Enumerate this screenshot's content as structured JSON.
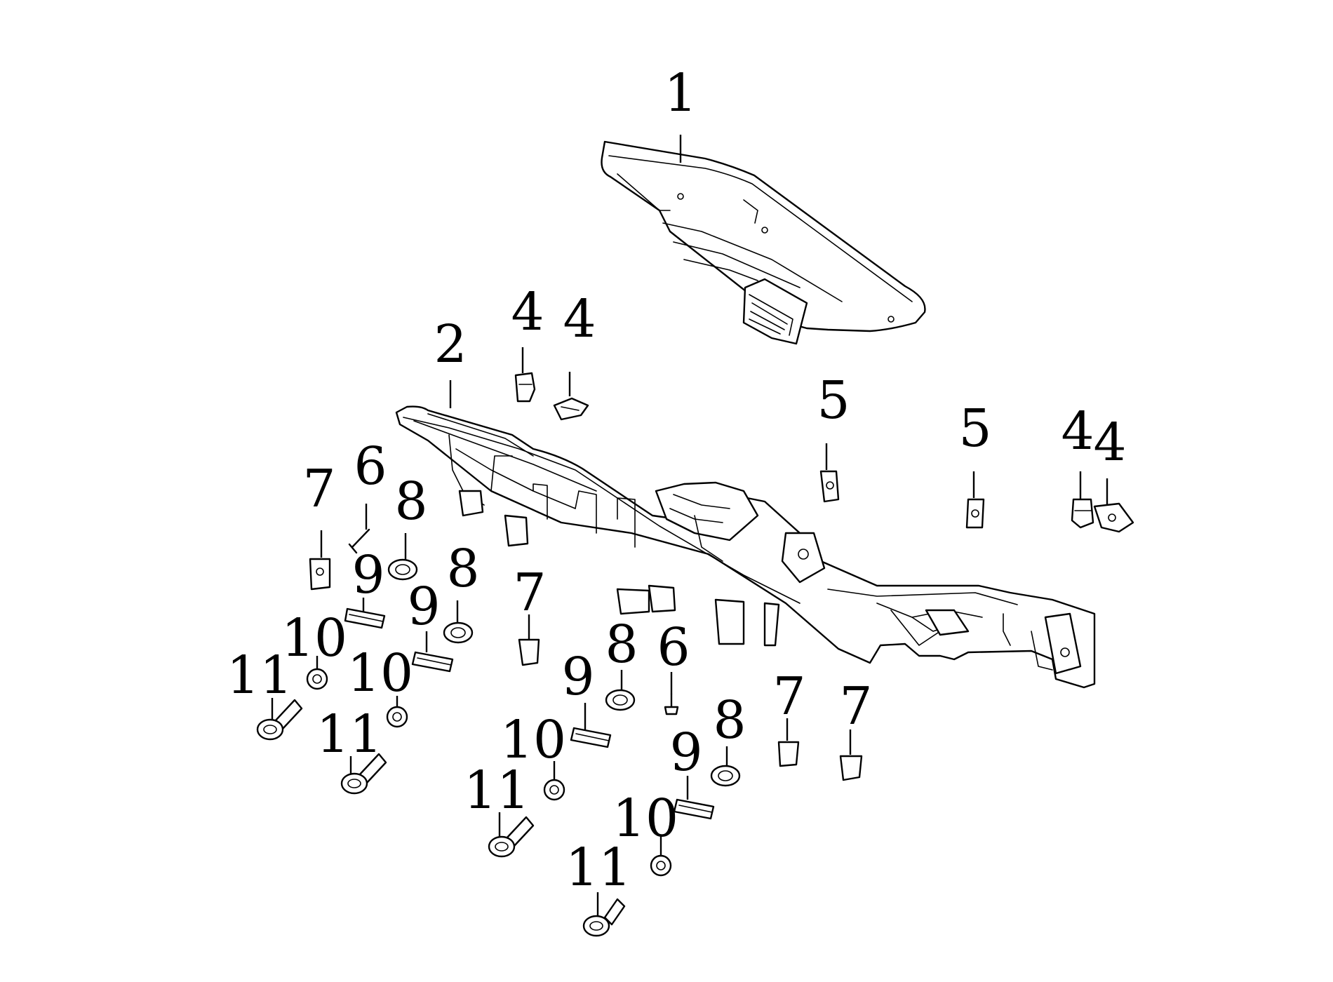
{
  "diagram": {
    "type": "exploded-parts-view",
    "callouts": [
      "1",
      "2",
      "4",
      "4",
      "5",
      "5",
      "4",
      "4",
      "6",
      "6",
      "7",
      "7",
      "7",
      "7",
      "8",
      "8",
      "8",
      "8",
      "9",
      "9",
      "9",
      "9",
      "10",
      "10",
      "10",
      "10",
      "11",
      "11",
      "11",
      "11"
    ]
  }
}
